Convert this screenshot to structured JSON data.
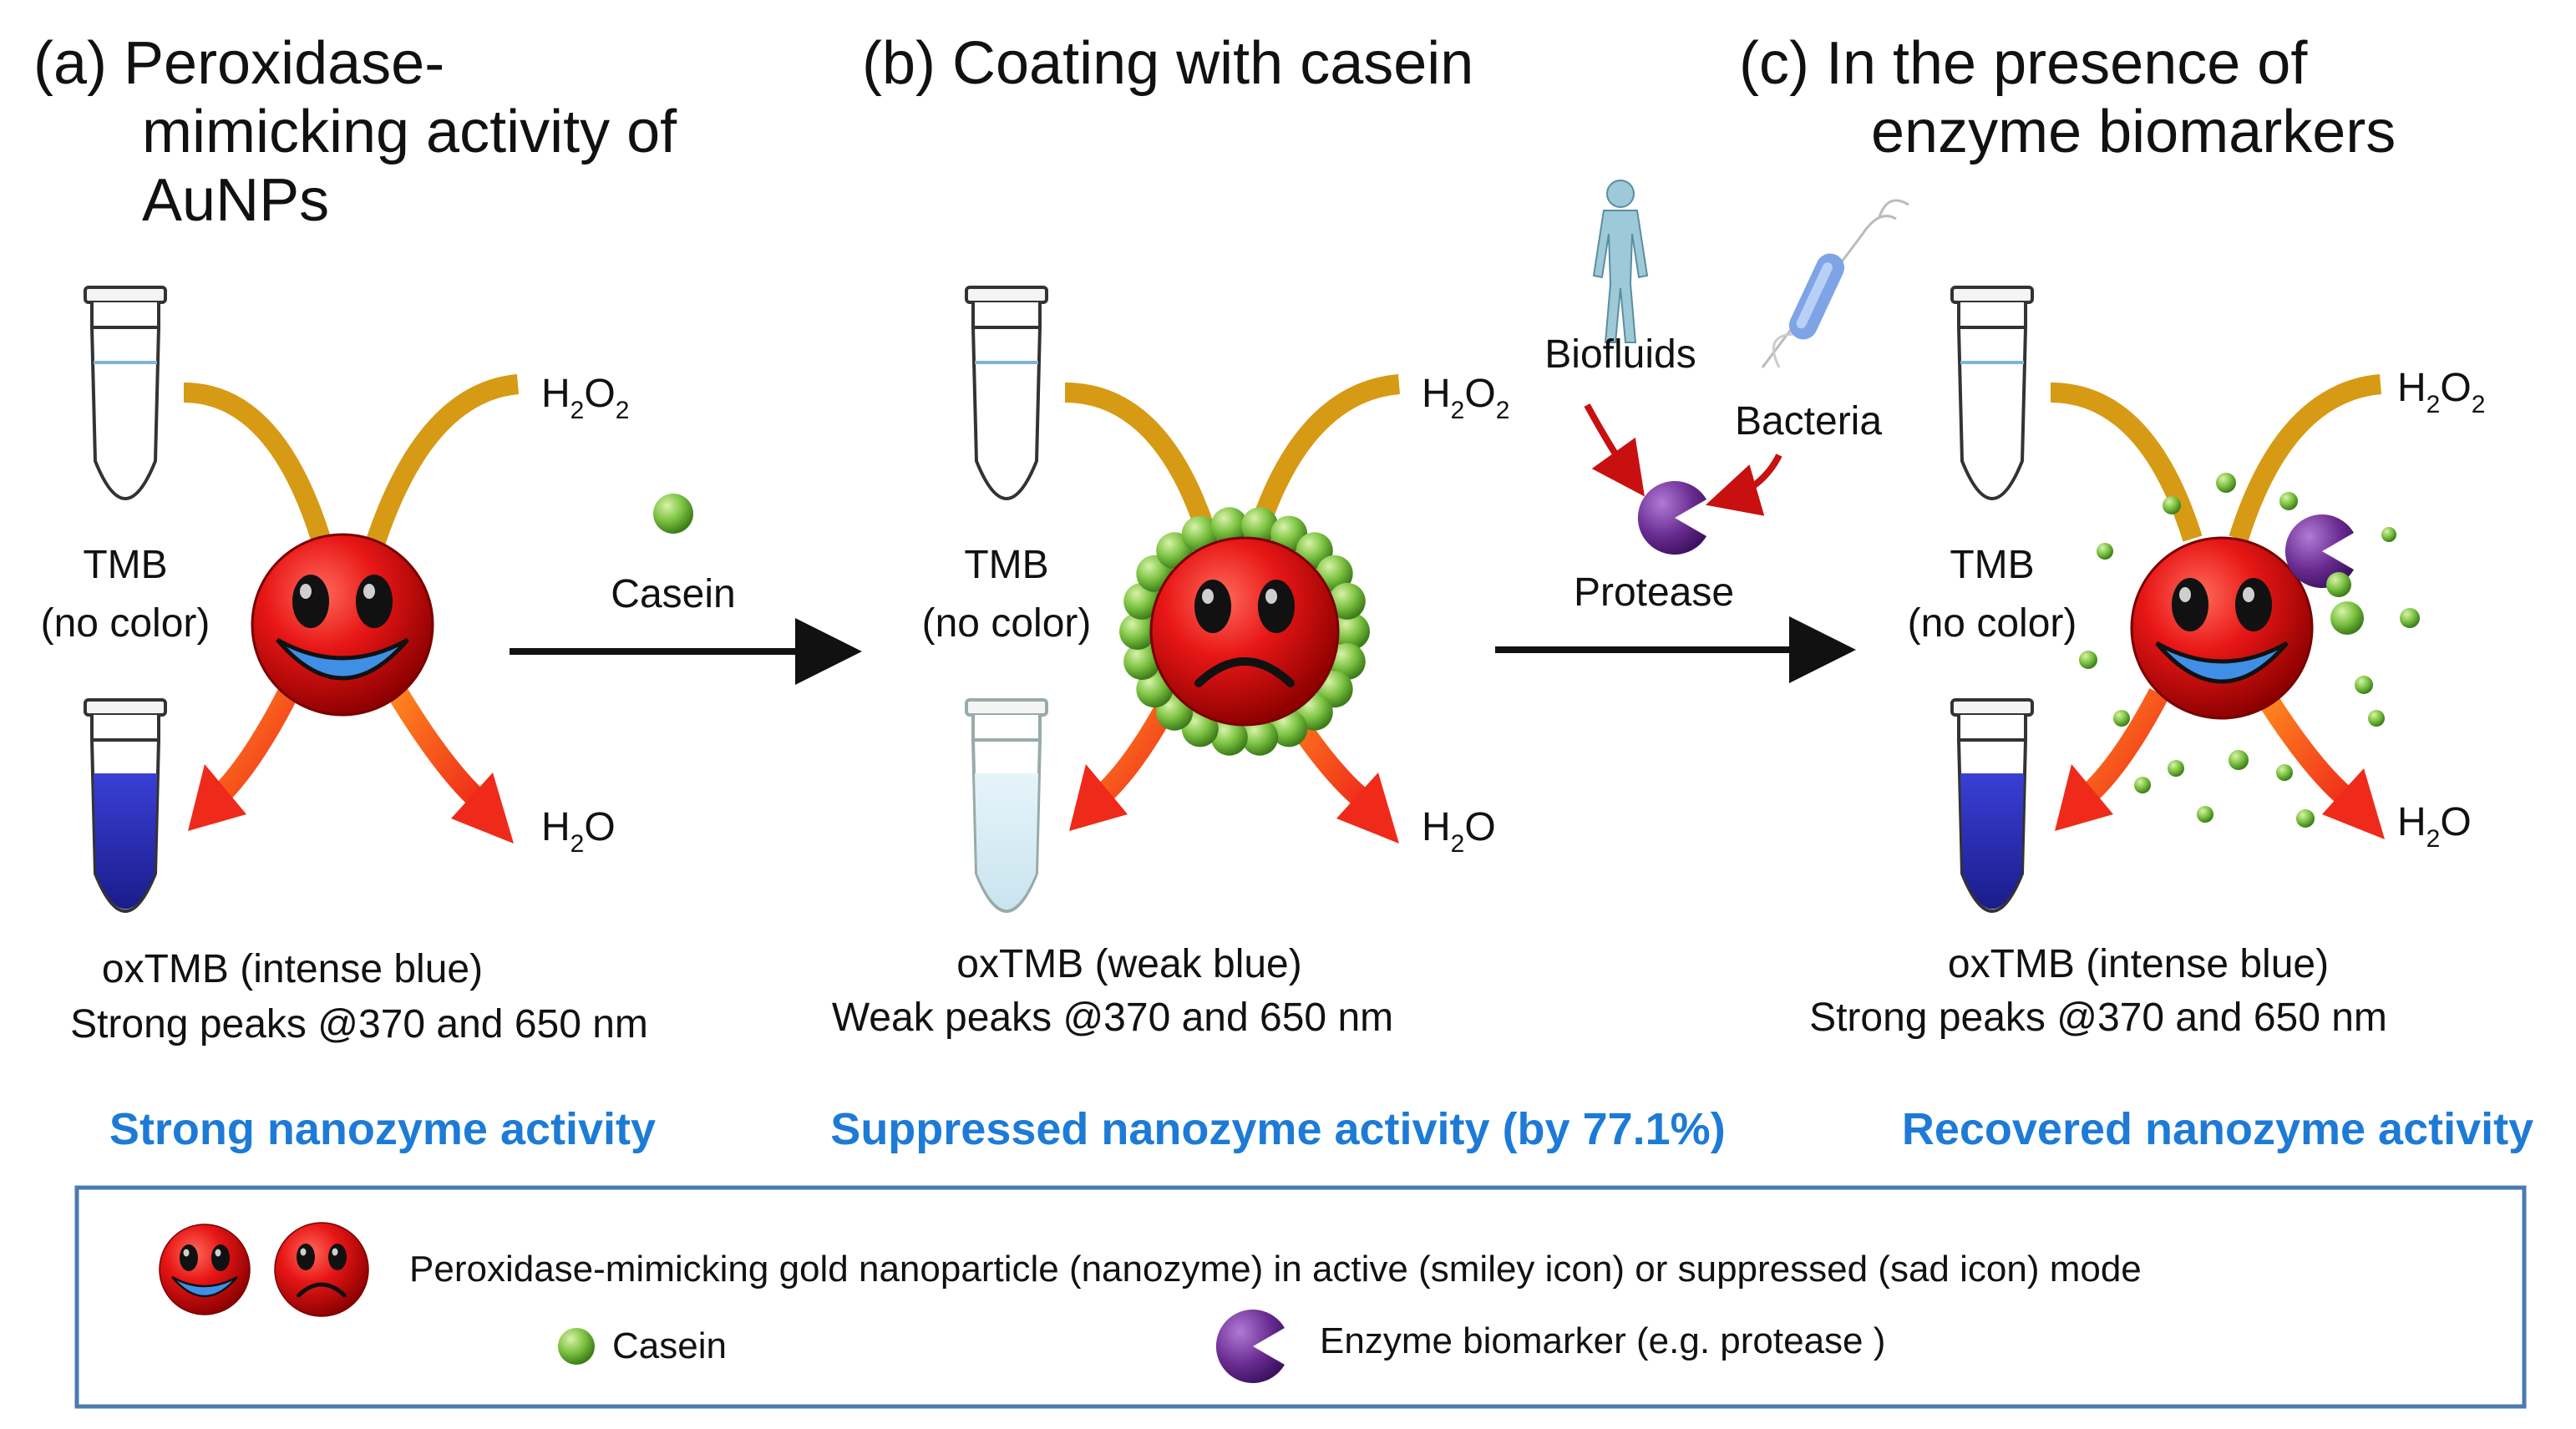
{
  "colors": {
    "accent_blue_text": "#1d7bd6",
    "arrow_orange": "#f3451b",
    "arm_gold": "#d69a14",
    "nanozyme_red": "#e01212",
    "casein_green": "#7cc242",
    "protease_purple": "#6a2c91",
    "tube_blue": "#2b2fc0",
    "tube_weak_blue": "#d6ecf5",
    "legend_border": "#4a7bb0"
  },
  "panels": {
    "a": {
      "title_line1": "(a) Peroxidase-",
      "title_line2": "mimicking activity of",
      "title_line3": "AuNPs",
      "tmb_line1": "TMB",
      "tmb_line2": "(no color)",
      "h2o2_main": "H",
      "h2o2_sub1": "2",
      "h2o2_mid": "O",
      "h2o2_sub2": "2",
      "h2o_main": "H",
      "h2o_sub": "2",
      "h2o_end": "O",
      "product_line1": "oxTMB (intense blue)",
      "product_line2": "Strong peaks @370  and 650 nm",
      "status": "Strong nanozyme activity",
      "face": "smiley-icon"
    },
    "b": {
      "title": "(b) Coating with casein",
      "tmb_line1": "TMB",
      "tmb_line2": "(no color)",
      "h2o2_main": "H",
      "h2o2_sub1": "2",
      "h2o2_mid": "O",
      "h2o2_sub2": "2",
      "h2o_main": "H",
      "h2o_sub": "2",
      "h2o_end": "O",
      "product_line1": "oxTMB (weak blue)",
      "product_line2": "Weak peaks @370 and 650 nm",
      "status": "Suppressed nanozyme activity (by 77.1%)",
      "face": "sad-icon"
    },
    "c": {
      "title_line1": "(c)   In the presence of",
      "title_line2": "enzyme biomarkers",
      "tmb_line1": "TMB",
      "tmb_line2": "(no color)",
      "h2o2_main": "H",
      "h2o2_sub1": "2",
      "h2o2_mid": "O",
      "h2o2_sub2": "2",
      "h2o_main": "H",
      "h2o_sub": "2",
      "h2o_end": "O",
      "product_line1": "oxTMB (intense blue)",
      "product_line2": "Strong peaks @370 and 650 nm",
      "status": "Recovered nanozyme activity",
      "face": "smiley-icon"
    }
  },
  "transitions": {
    "a_to_b": {
      "label": "Casein"
    },
    "b_to_c": {
      "label": "Protease",
      "source1": "Biofluids",
      "source2": "Bacteria"
    }
  },
  "legend": {
    "nanozyme_text": "Peroxidase-mimicking gold nanoparticle (nanozyme) in active (smiley icon) or suppressed (sad icon) mode",
    "casein_text": "Casein",
    "enzyme_text": "Enzyme biomarker (e.g. protease )"
  }
}
